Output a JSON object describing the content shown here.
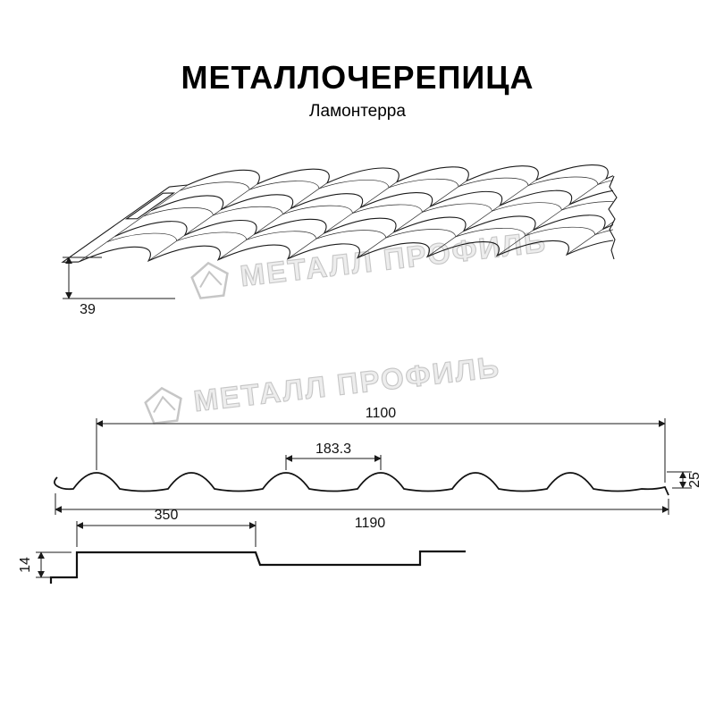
{
  "header": {
    "title": "МЕТАЛЛОЧЕРЕПИЦА",
    "subtitle": "Ламонтерра"
  },
  "watermark": {
    "text": "МЕТАЛЛ ПРОФИЛЬ"
  },
  "perspective_view": {
    "dim_edge_height": "39"
  },
  "cross_section": {
    "dim_cover_width": "1100",
    "dim_wave_pitch": "183.3",
    "dim_profile_height": "25",
    "dim_full_width": "1190"
  },
  "step_profile": {
    "dim_step_length": "350",
    "dim_step_height": "14"
  }
}
